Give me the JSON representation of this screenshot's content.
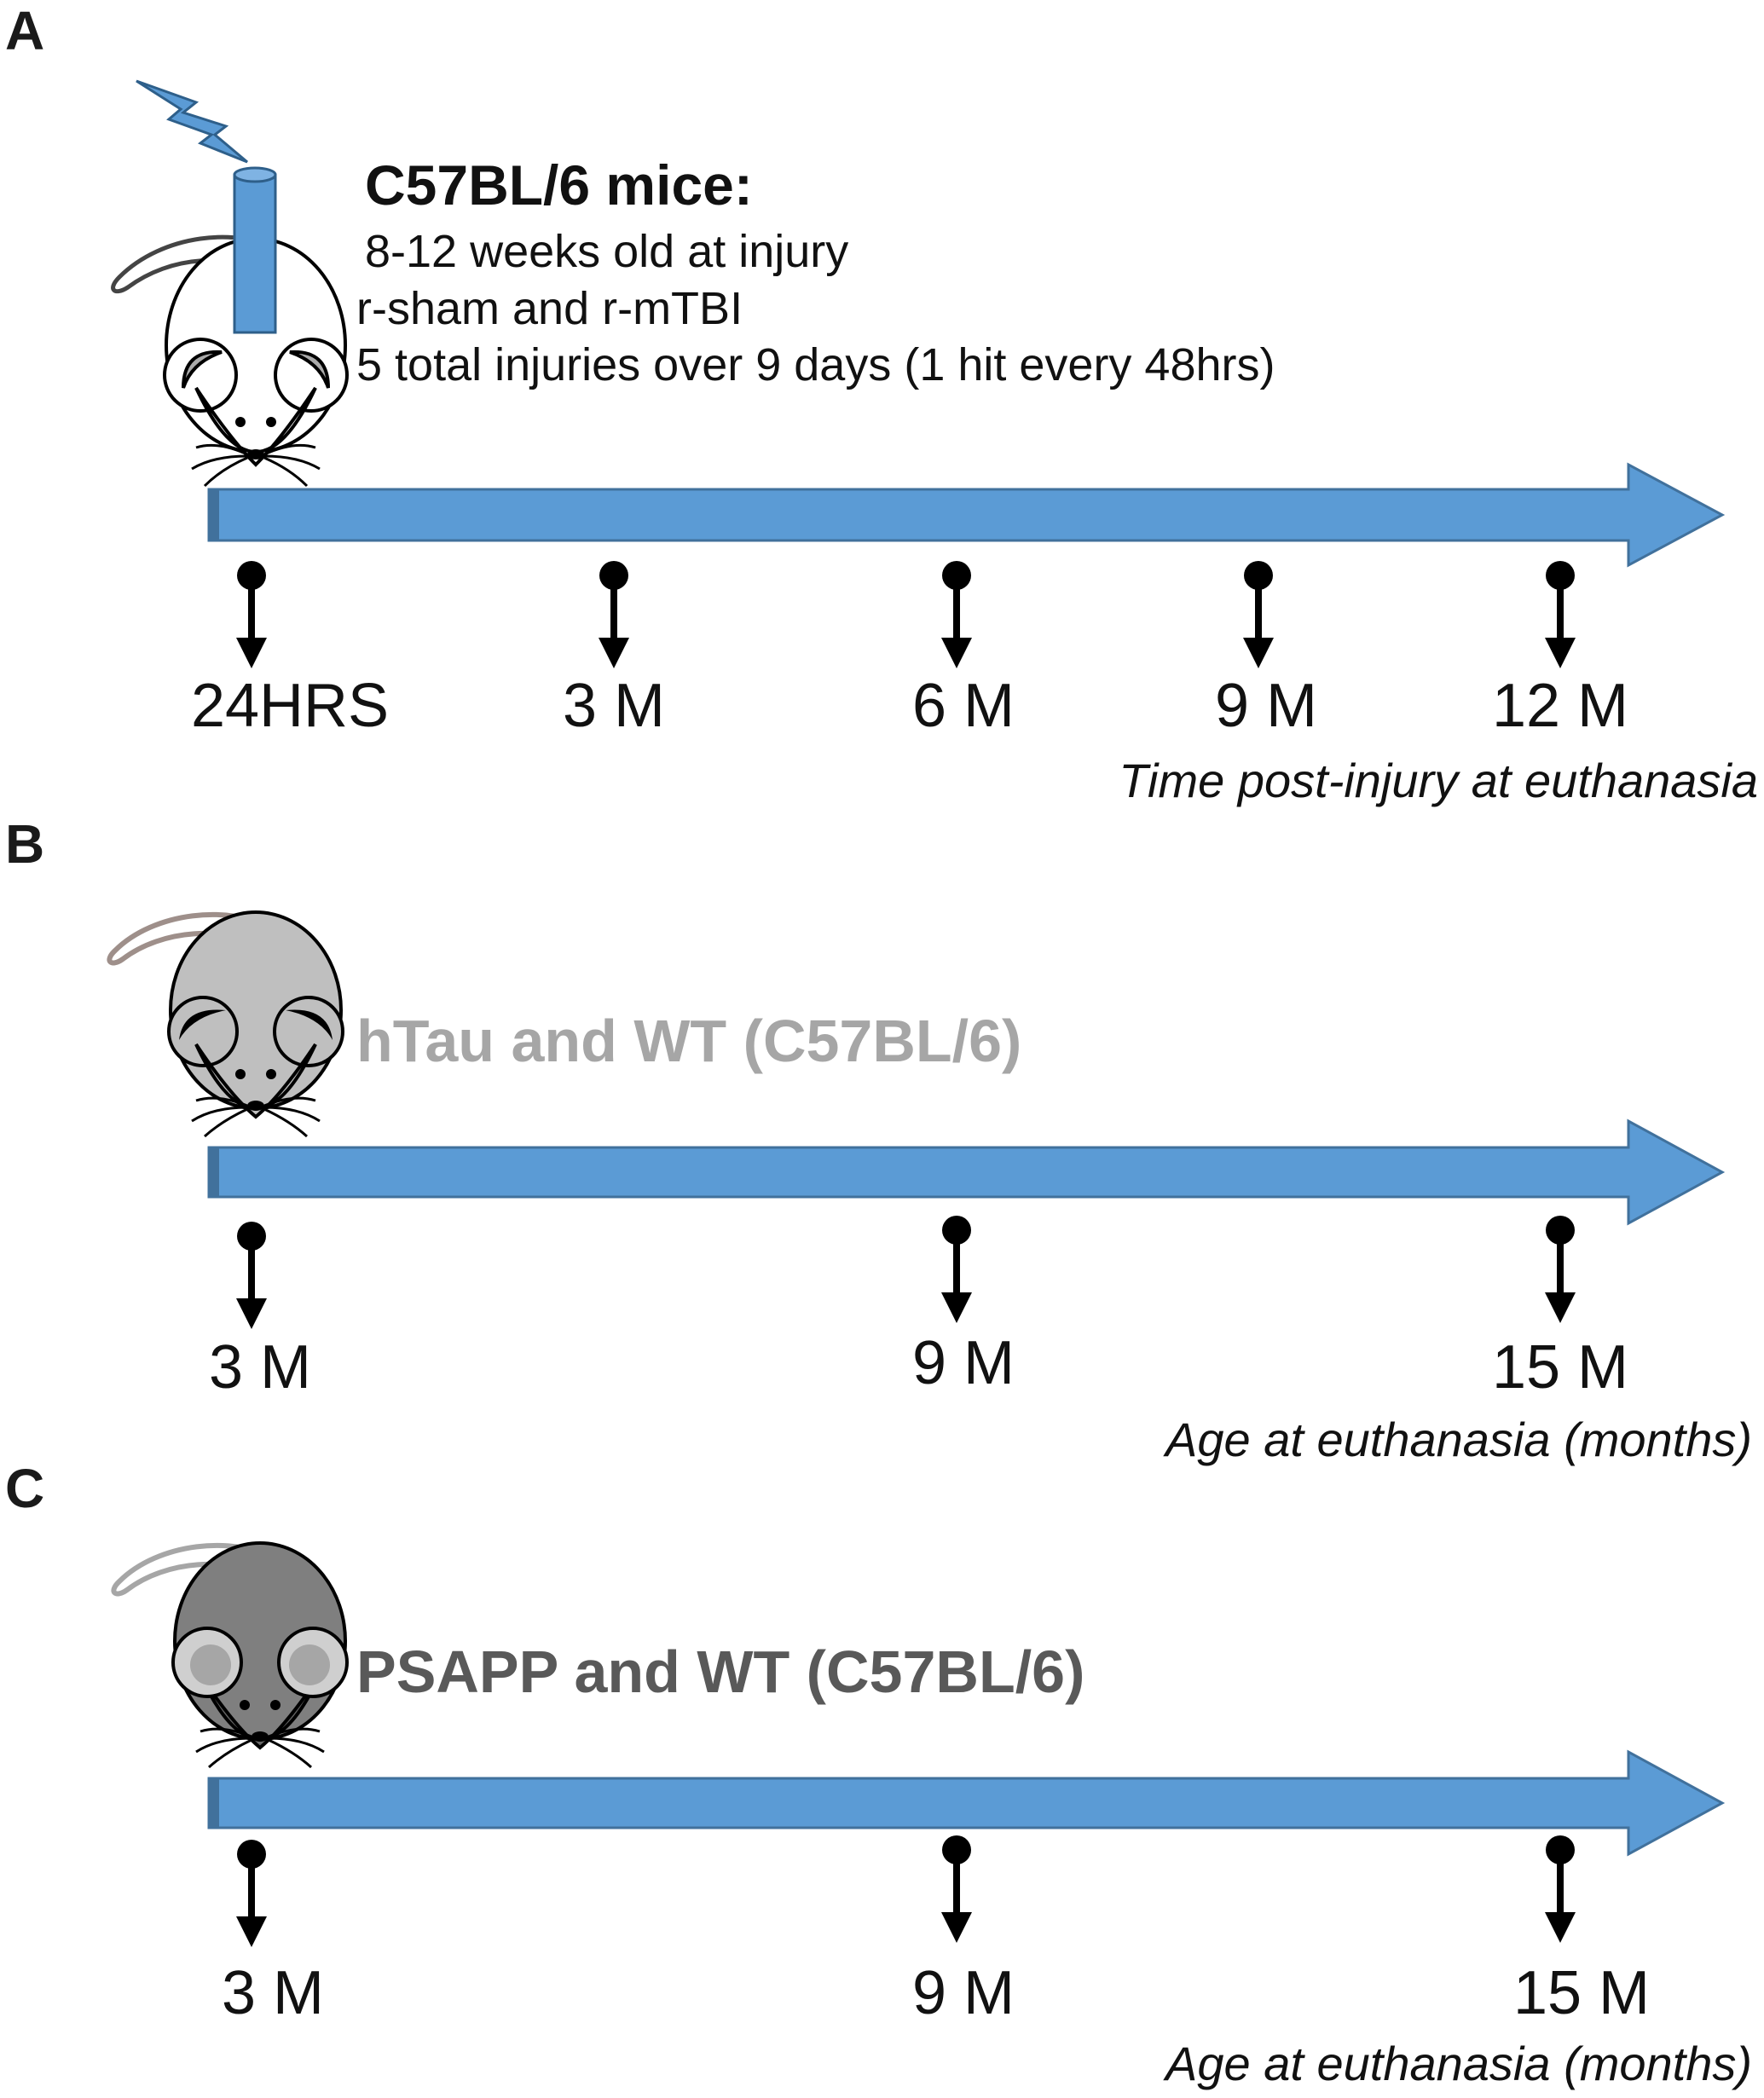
{
  "panels": [
    {
      "letter": "A",
      "title": "C57BL/6 mice:",
      "details": [
        "8-12 weeks old at injury",
        "r-sham and r-mTBI",
        "5 total injuries over 9 days (1 hit  every 48hrs)"
      ],
      "timepoints": [
        "24HRS",
        "3 M",
        "6 M",
        "9 M",
        "12 M"
      ],
      "caption": "Time post-injury at euthanasia",
      "mouse_color": "#ffffff",
      "icons": [
        "white-mouse-icon",
        "impactor-rod-icon",
        "lightning-bolt-icon"
      ]
    },
    {
      "letter": "B",
      "title": "hTau and WT (C57BL/6)",
      "title_color": "#a6a6a6",
      "timepoints": [
        "3 M",
        "9 M",
        "15 M"
      ],
      "caption": "Age at euthanasia (months)",
      "mouse_color": "#bfbfbf",
      "icons": [
        "light-gray-mouse-icon"
      ]
    },
    {
      "letter": "C",
      "title": "PSAPP and WT (C57BL/6)",
      "title_color": "#595959",
      "timepoints": [
        "3 M",
        "9 M",
        "15 M"
      ],
      "caption": "Age at euthanasia (months)",
      "mouse_color": "#7f7f7f",
      "icons": [
        "dark-gray-mouse-icon"
      ]
    }
  ],
  "colors": {
    "timeline_arrow": "#5b9bd5",
    "impactor": "#5b9bd5"
  }
}
